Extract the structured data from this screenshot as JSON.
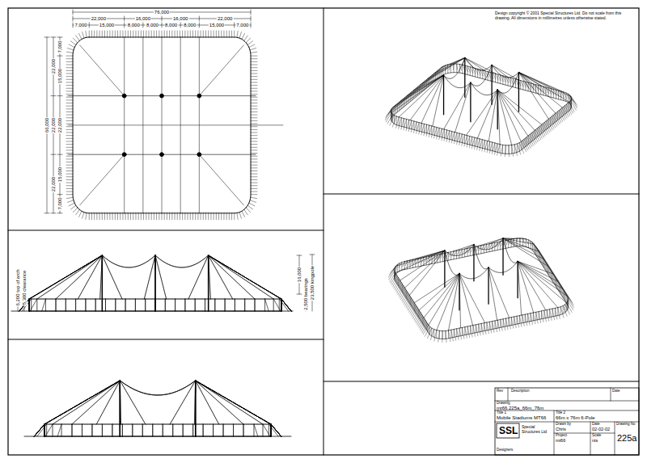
{
  "diagram": {
    "labels": [
      "76,000",
      "22,000",
      "16,000",
      "16,000",
      "22,000",
      "7,000",
      "15,000",
      "8,000",
      "8,000",
      "8,000",
      "8,000",
      "15,000",
      "7,000",
      "66,000",
      "22,000",
      "22,000",
      "22,000",
      "7,000",
      "15,000",
      "22,000",
      "15,000",
      "7,000",
      "6,200 top of arch",
      "5,300 clearance",
      "16,000",
      "2,500 bearings",
      "23,500 kingpole",
      "Design copyright © 2001 Special Structures Ltd. Do not scale from this drawing. All dimensions in millimetres unless otherwise stated.",
      "Rev",
      "Description",
      "Date",
      "Drawing",
      "mt66.225a_66m_76m",
      "Title 1",
      "Mobile Stadiums MT66",
      "Title 2",
      "66m x 76m 6-Pole",
      "Drawn by",
      "Chris",
      "Date",
      "02-02-02",
      "Project",
      "mt66",
      "Scale",
      "nts",
      "Drawing No",
      "225a",
      "SSL",
      "Special Structures Ltd",
      "Designers"
    ]
  }
}
